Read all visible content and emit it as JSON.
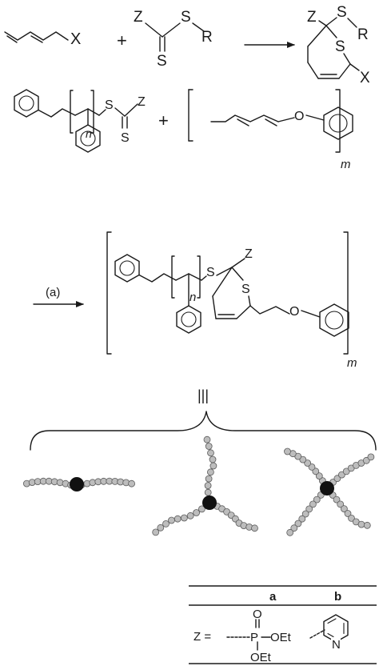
{
  "reaction1": {
    "diene_substituent": "X",
    "plus": "+",
    "dithioester": {
      "z": "Z",
      "s_bridge": "S",
      "s_double": "S",
      "r": "R"
    },
    "product": {
      "z": "Z",
      "s_exo": "S",
      "r": "R",
      "s_ring": "S",
      "x": "X"
    }
  },
  "reaction2": {
    "raft_agent": {
      "n": "n",
      "s_bridge": "S",
      "s_double": "S",
      "z": "Z"
    },
    "plus": "+",
    "polydiene": {
      "o": "O",
      "m": "m"
    }
  },
  "reaction3": {
    "condition": "(a)",
    "product": {
      "n": "n",
      "s_exo": "S",
      "z": "Z",
      "s_ring": "S",
      "o": "O",
      "m": "m"
    }
  },
  "equivalence": "|||",
  "architectures": [
    "linear",
    "3-arm star",
    "4-arm star"
  ],
  "table": {
    "headers": [
      "a",
      "b"
    ],
    "row_label": "Z =",
    "a_groups": {
      "o": "O",
      "p": "P",
      "oet_right": "OEt",
      "oet_bottom": "OEt"
    },
    "b_groups": {
      "n": "N"
    }
  }
}
